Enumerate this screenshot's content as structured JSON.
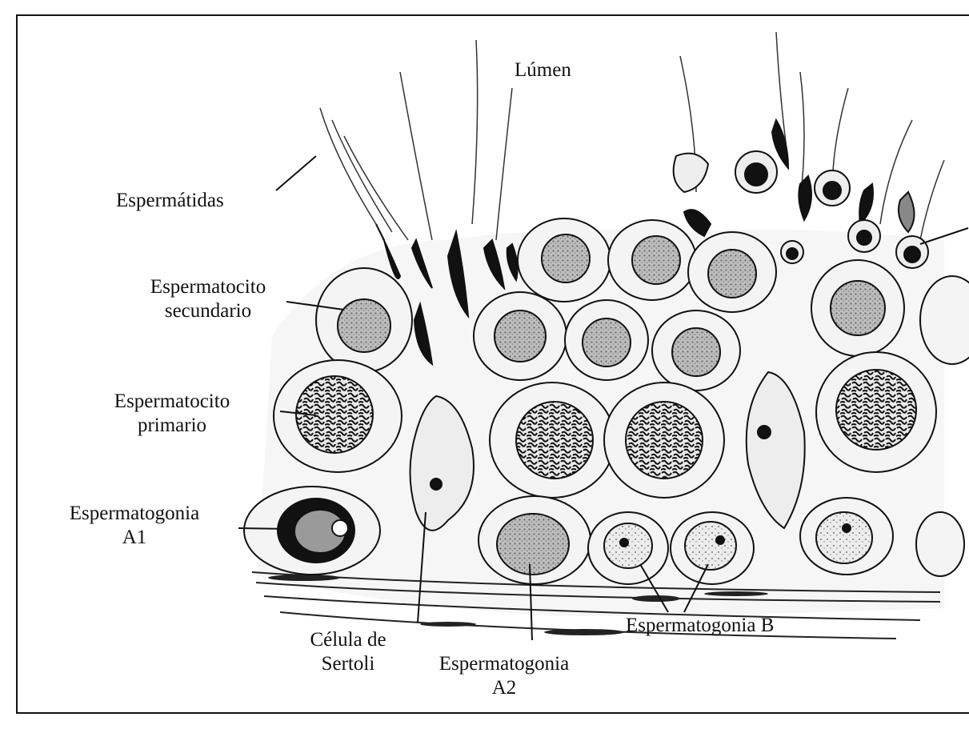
{
  "labels": {
    "lumen": "Lúmen",
    "espermatidas": "Espermátidas",
    "espermatocito_secundario": [
      "Espermatocito",
      "secundario"
    ],
    "espermatocito_primario": [
      "Espermatocito",
      "primario"
    ],
    "espermatogonia_a1": [
      "Espermatogonia",
      "A1"
    ],
    "celula_sertoli": [
      "Célula de",
      "Sertoli"
    ],
    "espermatogonia_a2": [
      "Espermatogonia",
      "A2"
    ],
    "espermatogonia_b": "Espermatogonia B"
  },
  "colors": {
    "ink": "#111111",
    "cytoplasm": "#f4f4f4",
    "nucleus": "#b9b9b9",
    "dark": "#1a1a1a"
  }
}
